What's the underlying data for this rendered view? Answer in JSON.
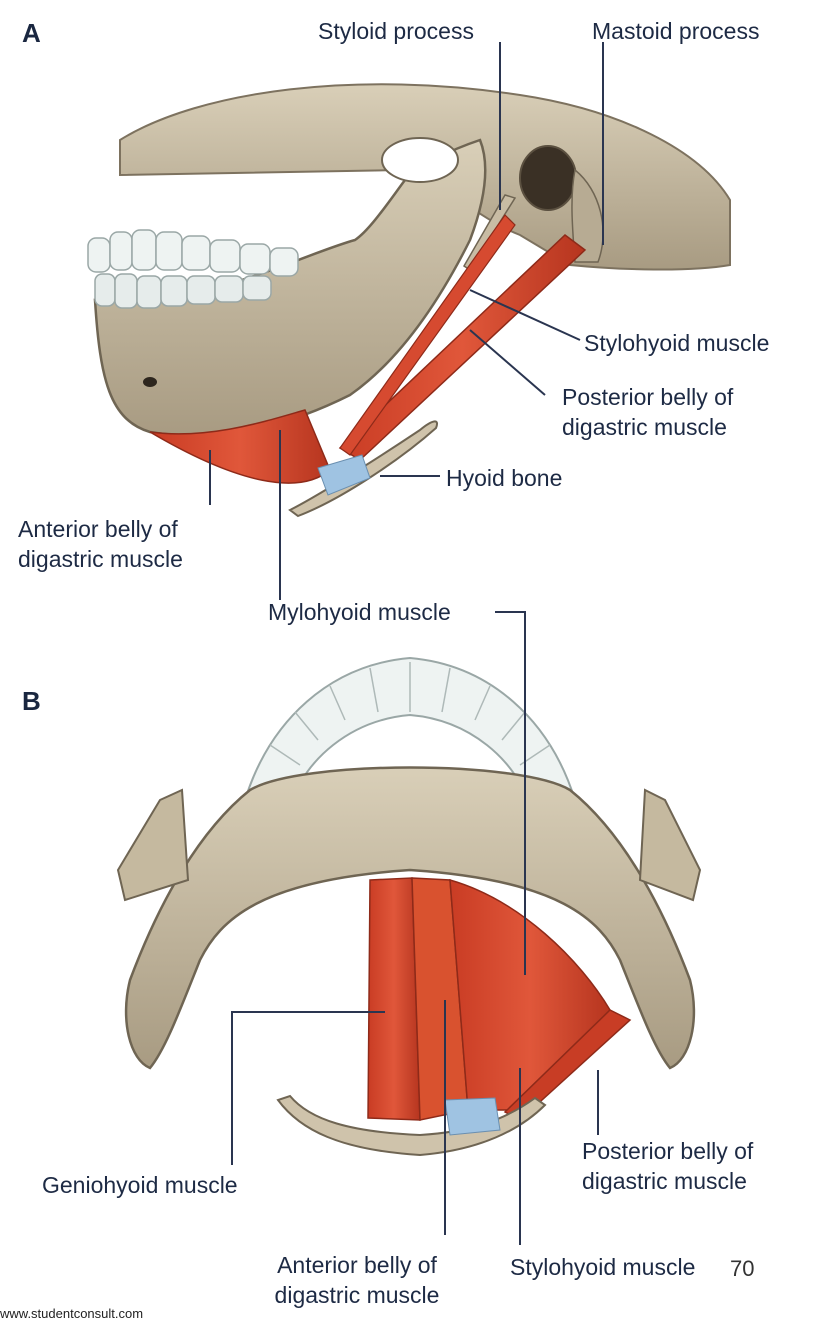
{
  "panel_a": {
    "letter": "A",
    "labels": {
      "styloid_process": "Styloid process",
      "mastoid_process": "Mastoid process",
      "stylohyoid_muscle": "Stylohyoid muscle",
      "posterior_belly": "Posterior belly of digastric muscle",
      "hyoid_bone": "Hyoid bone",
      "anterior_belly": "Anterior belly of digastric muscle",
      "mylohyoid_muscle": "Mylohyoid muscle"
    }
  },
  "panel_b": {
    "letter": "B",
    "labels": {
      "geniohyoid_muscle": "Geniohyoid muscle",
      "posterior_belly": "Posterior belly of digastric muscle",
      "anterior_belly": "Anterior belly of digastric muscle",
      "stylohyoid_muscle": "Stylohyoid muscle"
    }
  },
  "page_number": "70",
  "footer_text": "www.studentconsult.com",
  "colors": {
    "bone": "#cbbfa6",
    "bone_shadow": "#8f8470",
    "muscle": "#d8492f",
    "muscle_dark": "#a8321f",
    "teeth": "#eef3f2",
    "cartilage": "#9fc3e2",
    "leader": "#2a3550"
  }
}
